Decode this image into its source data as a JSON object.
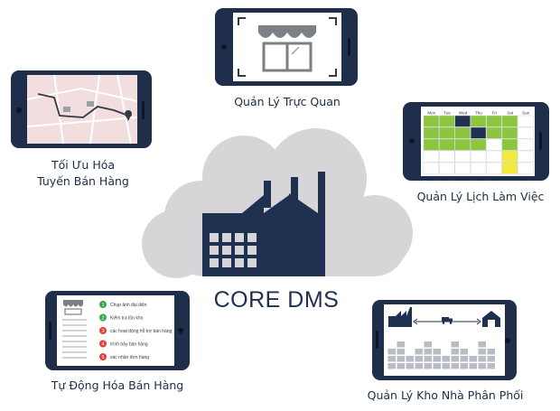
{
  "center": {
    "label": "CORE DMS"
  },
  "modules": {
    "visual": {
      "label": "Quản Lý Trực Quan"
    },
    "route": {
      "line1": "Tối Ưu Hóa",
      "line2": "Tuyến Bán Hàng"
    },
    "schedule": {
      "label": "Quản Lý Lịch Làm Việc",
      "days": [
        "Mon",
        "Tue",
        "Wed",
        "Thu",
        "Fri",
        "Sat",
        "Sun"
      ]
    },
    "sales": {
      "label": "Tự Động Hóa Bán Hàng",
      "steps": [
        {
          "num": "1",
          "text": "Chụp ảnh đại diện",
          "color": "#3aa64a"
        },
        {
          "num": "2",
          "text": "Kiểm tra tồn kho",
          "color": "#3aa64a"
        },
        {
          "num": "3",
          "text": "các hoạt động hỗ trợ bán hàng",
          "color": "#e0403a"
        },
        {
          "num": "4",
          "text": "trình bày bán hàng",
          "color": "#e0403a"
        },
        {
          "num": "5",
          "text": "xác nhận đơn hàng",
          "color": "#e0403a"
        }
      ]
    },
    "warehouse": {
      "label": "Quản Lý Kho Nhà Phân Phối"
    }
  },
  "colors": {
    "cloud": "#d6d6d8",
    "factory": "#203050",
    "phone": "#1f2e4a",
    "map": "#f2dede",
    "green": "#8cc63f",
    "yellow": "#f5ea3a",
    "step_green": "#3aa64a",
    "step_red": "#e0403a",
    "shelf": "#b8bcc4"
  },
  "icons": [
    "store-icon",
    "map-route-icon",
    "calendar-grid-icon",
    "checklist-icon",
    "warehouse-icon",
    "factory-icon",
    "truck-icon"
  ]
}
